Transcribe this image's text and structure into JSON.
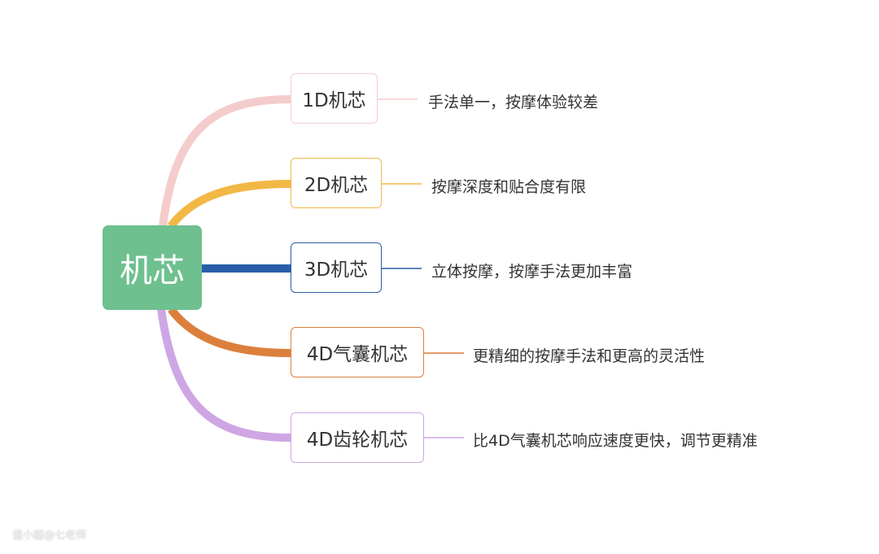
{
  "root": {
    "label": "机芯",
    "color": "#6ec08f"
  },
  "branches": [
    {
      "label": "1D机芯",
      "detail": "手法单一，按摩体验较差",
      "color": "#f5cccc"
    },
    {
      "label": "2D机芯",
      "detail": "按摩深度和贴合度有限",
      "color": "#f2b845"
    },
    {
      "label": "3D机芯",
      "detail": "立体按摩，按摩手法更加丰富",
      "color": "#2a5ea8"
    },
    {
      "label": "4D气囊机芯",
      "detail": "更精细的按摩手法和更高的灵活性",
      "color": "#dc7f3c"
    },
    {
      "label": "4D齿轮机芯",
      "detail": "比4D气囊机芯响应速度更快，调节更精准",
      "color": "#cfa6e4"
    }
  ],
  "watermark": "值小超@七老师"
}
